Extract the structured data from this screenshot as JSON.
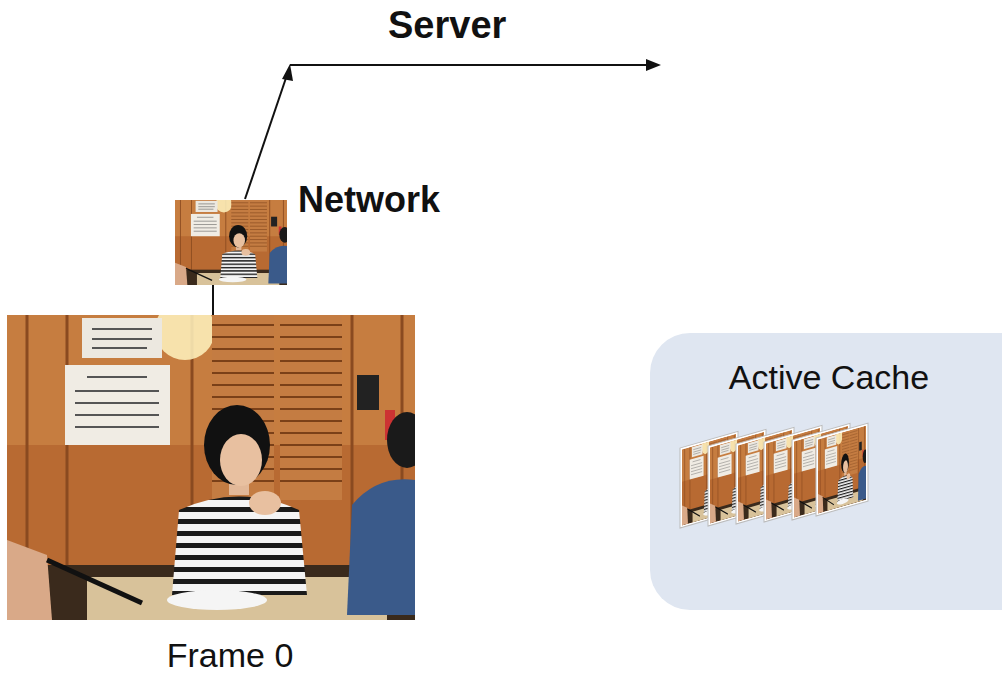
{
  "diagram": {
    "nodes": [
      {
        "text": [
          "Frame 0"
        ]
      },
      {
        "text": [
          "Network"
        ]
      },
      {
        "text": [
          "Active Cache"
        ]
      }
    ],
    "edges": [
      {
        "from": 0,
        "to": 1,
        "arrow": "none"
      }
    ],
    "labels": [
      "Server"
    ]
  }
}
